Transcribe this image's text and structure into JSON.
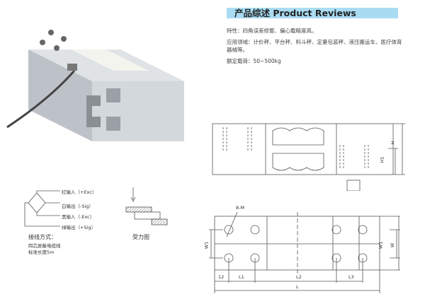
{
  "section": {
    "title": "产品综述 Product Reviews"
  },
  "specs": {
    "features": "特性：四角误差修整、偏心载精度高。",
    "applications": "应用领域：计价秤、平台秤、料斗秤、定量包装秤、液压搬运车、医疗体育器械等。",
    "rated_load": "额定载荷：50~500kg"
  },
  "wiring": {
    "red": "红输入（+Exc）",
    "white": "白输出（-Sig）",
    "black": "黑输入（-Exc）",
    "green": "绿输出（+Sig）",
    "title": "接线方式：",
    "cable": "四芯屏蔽电缆线",
    "length": "标准长度5m"
  },
  "force": {
    "label": "受力图"
  },
  "dims": {
    "H": "H",
    "H1": "H1",
    "W": "W",
    "W1": "W1",
    "L": "L",
    "L1": "L1",
    "L2": "L2",
    "L3": "L3",
    "d12": "12",
    "holes": "8-M"
  },
  "colors": {
    "header": "#a9dcf3",
    "line": "#555555"
  }
}
